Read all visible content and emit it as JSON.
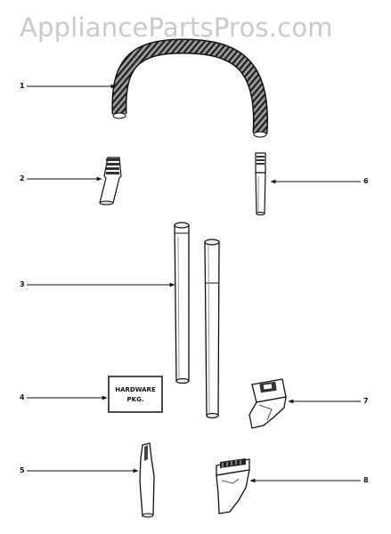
{
  "watermark": "AppliancePartsPros.com",
  "callouts": [
    "1",
    "2",
    "3",
    "4",
    "5",
    "6",
    "7",
    "8"
  ],
  "hardware_label": {
    "line1": "HARDWARE",
    "line2": "PKG."
  },
  "parts": [
    {
      "callout": "1",
      "name": "hose"
    },
    {
      "callout": "2",
      "name": "hose end"
    },
    {
      "callout": "3",
      "name": "extension wands"
    },
    {
      "callout": "4",
      "name": "hardware package"
    },
    {
      "callout": "5",
      "name": "crevice tool"
    },
    {
      "callout": "6",
      "name": "hose end"
    },
    {
      "callout": "7",
      "name": "upholstery nozzle"
    },
    {
      "callout": "8",
      "name": "dusting brush"
    }
  ]
}
